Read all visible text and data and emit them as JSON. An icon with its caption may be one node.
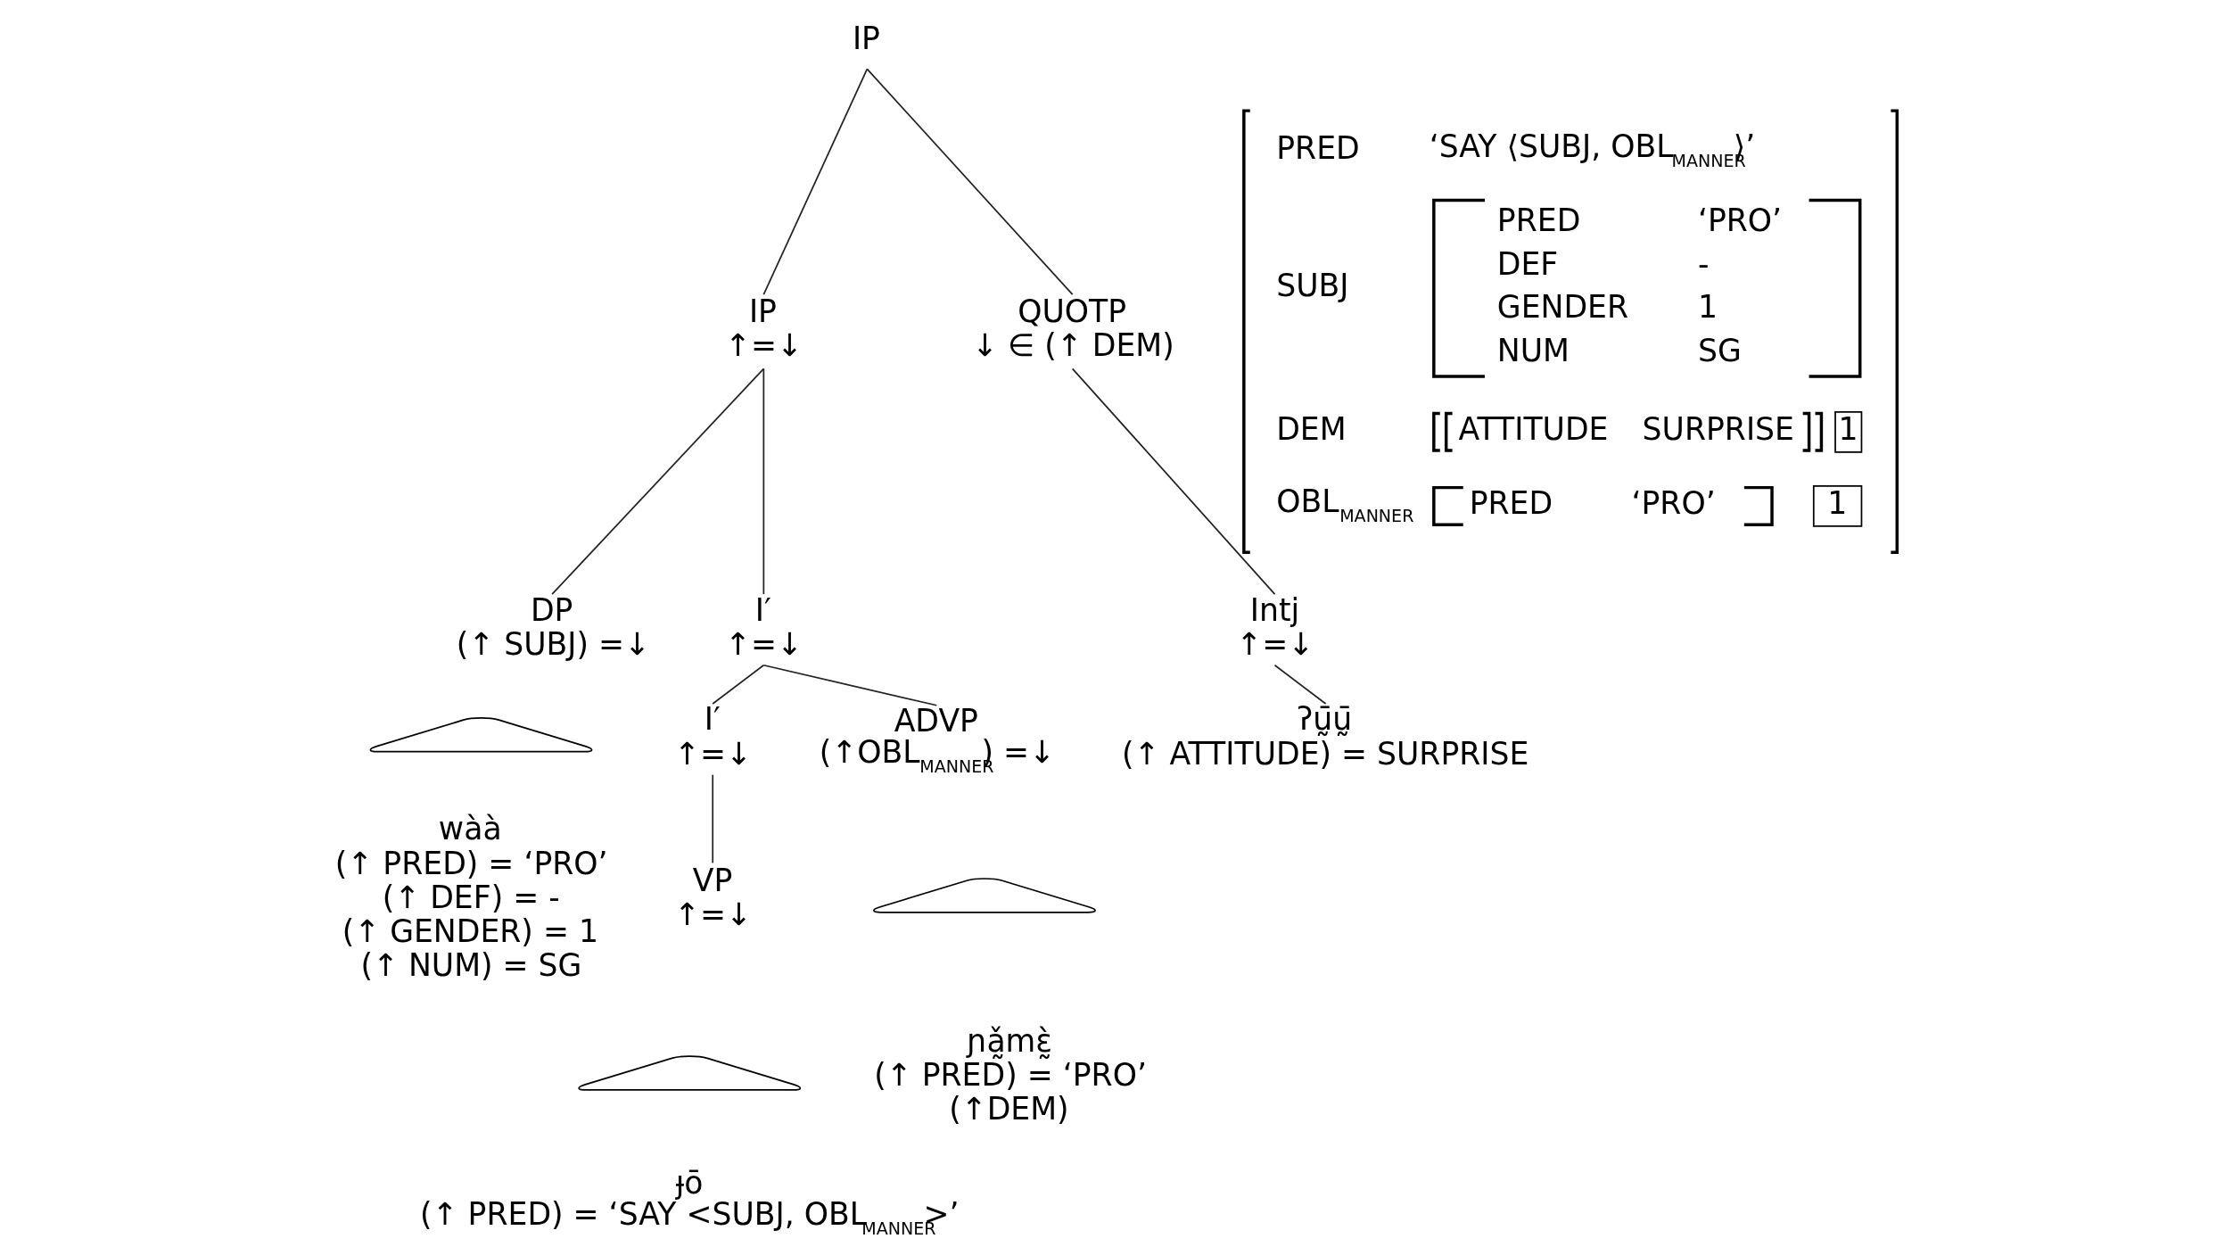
{
  "diagram": {
    "nodes": [
      {
        "text": [
          "IP"
        ]
      },
      {
        "text": [
          "IP",
          "↑=↓"
        ]
      },
      {
        "text": [
          "QUOTP",
          "↓ ∈ (↑ DEM)"
        ]
      },
      {
        "text": [
          "DP",
          "(↑ SUBJ) =↓"
        ]
      },
      {
        "text": [
          "I′",
          "↑=↓"
        ]
      },
      {
        "text": [
          "Intj",
          "↑=↓"
        ]
      },
      {
        "text": [],
        "shape": "triangle"
      },
      {
        "text": [
          "wàà",
          "(↑ PRED) = ‘PRO’",
          "(↑ DEF) = -",
          "(↑ GENDER) = 1",
          "(↑ NUM) = SG"
        ]
      },
      {
        "text": [
          "I′",
          "↑=↓"
        ]
      },
      {
        "text": [
          "ADVP",
          "(↑OBL$_{MANNER}$) =↓"
        ]
      },
      {
        "text": [
          "ʔṵ̄ṵ̄",
          "(↑ ATTITUDE) = SURPRISE"
        ]
      },
      {
        "text": [
          "VP",
          "↑=↓"
        ]
      },
      {
        "text": [],
        "shape": "triangle"
      },
      {
        "text": [
          "ɲǎ̰mɛ̰̀",
          "(↑ PRED) = ‘PRO’",
          "(↑DEM)"
        ]
      },
      {
        "text": [],
        "shape": "triangle"
      },
      {
        "text": [
          "ɟō",
          "(↑ PRED) = ‘SAY <SUBJ, OBL$_{MANNER}$>’"
        ]
      }
    ],
    "edges": [
      {
        "from": 0,
        "to": 1,
        "arrow": "none"
      },
      {
        "from": 0,
        "to": 2,
        "arrow": "none"
      },
      {
        "from": 1,
        "to": 3,
        "arrow": "none"
      },
      {
        "from": 1,
        "to": 4,
        "arrow": "none"
      },
      {
        "from": 2,
        "to": 5,
        "arrow": "none"
      },
      {
        "from": 4,
        "to": 8,
        "arrow": "none"
      },
      {
        "from": 4,
        "to": 9,
        "arrow": "none"
      },
      {
        "from": 5,
        "to": 10,
        "arrow": "none"
      },
      {
        "from": 8,
        "to": 11,
        "arrow": "none"
      }
    ],
    "labels": [
      "PRED",
      "‘SAY ⟨SUBJ, OBL$_{MANNER}$⟩’",
      "SUBJ",
      "PRED",
      "‘PRO’",
      "DEF",
      "-",
      "GENDER",
      "1",
      "NUM",
      "SG",
      "DEM",
      "ATTITUDE",
      "SURPRISE",
      "1",
      "OBL$_{MANNER}$",
      "PRED",
      "‘PRO’",
      "1"
    ]
  }
}
